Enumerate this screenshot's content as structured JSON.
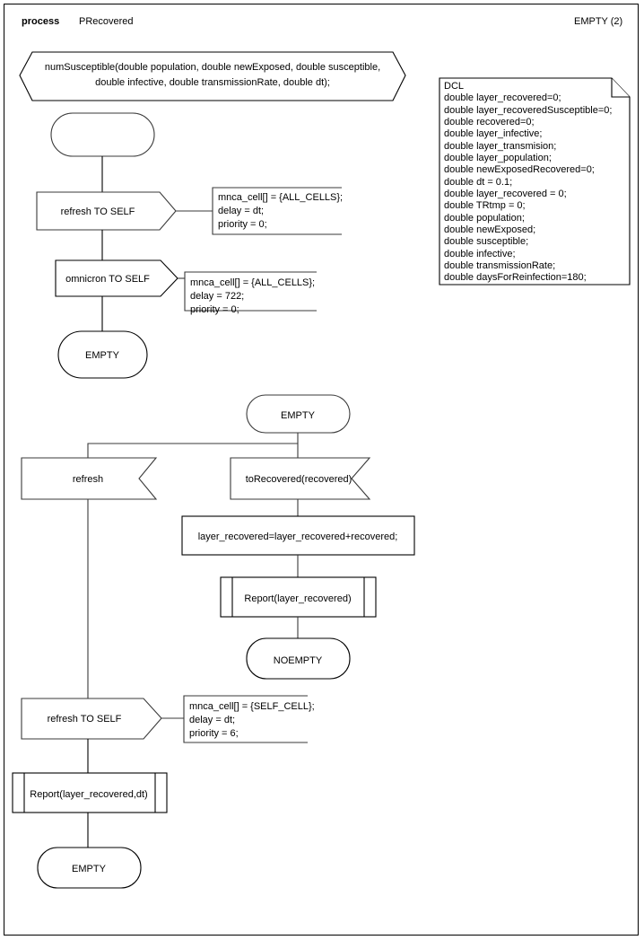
{
  "diagram": {
    "kind": "SDL process diagram",
    "header": {
      "keyword": "process",
      "name": "PRecovered",
      "page_label": "EMPTY (2)"
    },
    "procedure_signature": {
      "line1": "numSusceptible(double population, double newExposed, double susceptible,",
      "line2": "double infective, double transmissionRate, double dt);"
    },
    "dcl_note": {
      "title": "DCL",
      "lines": [
        "double layer_recovered=0;",
        "double layer_recoveredSusceptible=0;",
        "double recovered=0;",
        "double layer_infective;",
        "double layer_transmision;",
        "double layer_population;",
        "double newExposedRecovered=0;",
        "double dt = 0.1;",
        "double layer_recovered = 0;",
        "double TRtmp = 0;",
        "double population;",
        "double newExposed;",
        "double susceptible;",
        "double infective;",
        "double transmissionRate;",
        "double daysForReinfection=180;"
      ]
    },
    "nodes": {
      "start_state": {
        "label": ""
      },
      "output_refresh_self_1": {
        "label": "refresh TO SELF"
      },
      "output_omnicron_self": {
        "label": "omnicron TO SELF"
      },
      "state_empty_1": {
        "label": "EMPTY"
      },
      "state_empty_2": {
        "label": "EMPTY"
      },
      "input_refresh": {
        "label": "refresh"
      },
      "input_to_recovered": {
        "label": "toRecovered(recovered)"
      },
      "task_layer_recovered": {
        "label": "layer_recovered=layer_recovered+recovered;"
      },
      "call_report_1": {
        "label": "Report(layer_recovered)"
      },
      "state_noempty": {
        "label": "NOEMPTY"
      },
      "output_refresh_self_2": {
        "label": "refresh TO SELF"
      },
      "call_report_2": {
        "label": "Report(layer_recovered,dt)"
      },
      "state_empty_3": {
        "label": "EMPTY"
      }
    },
    "comments": {
      "comment_refresh_1": {
        "line1": "mnca_cell[] = {ALL_CELLS};",
        "line2": "delay = dt;",
        "line3": "priority = 0;"
      },
      "comment_omnicron": {
        "line1": "mnca_cell[] = {ALL_CELLS};",
        "line2": "delay = 722;",
        "line3": "priority = 0;"
      },
      "comment_refresh_2": {
        "line1": "mnca_cell[] = {SELF_CELL};",
        "line2": "delay = dt;",
        "line3": "priority = 6;"
      }
    },
    "colors": {
      "background": "#ffffff",
      "line": "#3a3a3a",
      "line_dark": "#000000",
      "text": "#000000"
    }
  }
}
